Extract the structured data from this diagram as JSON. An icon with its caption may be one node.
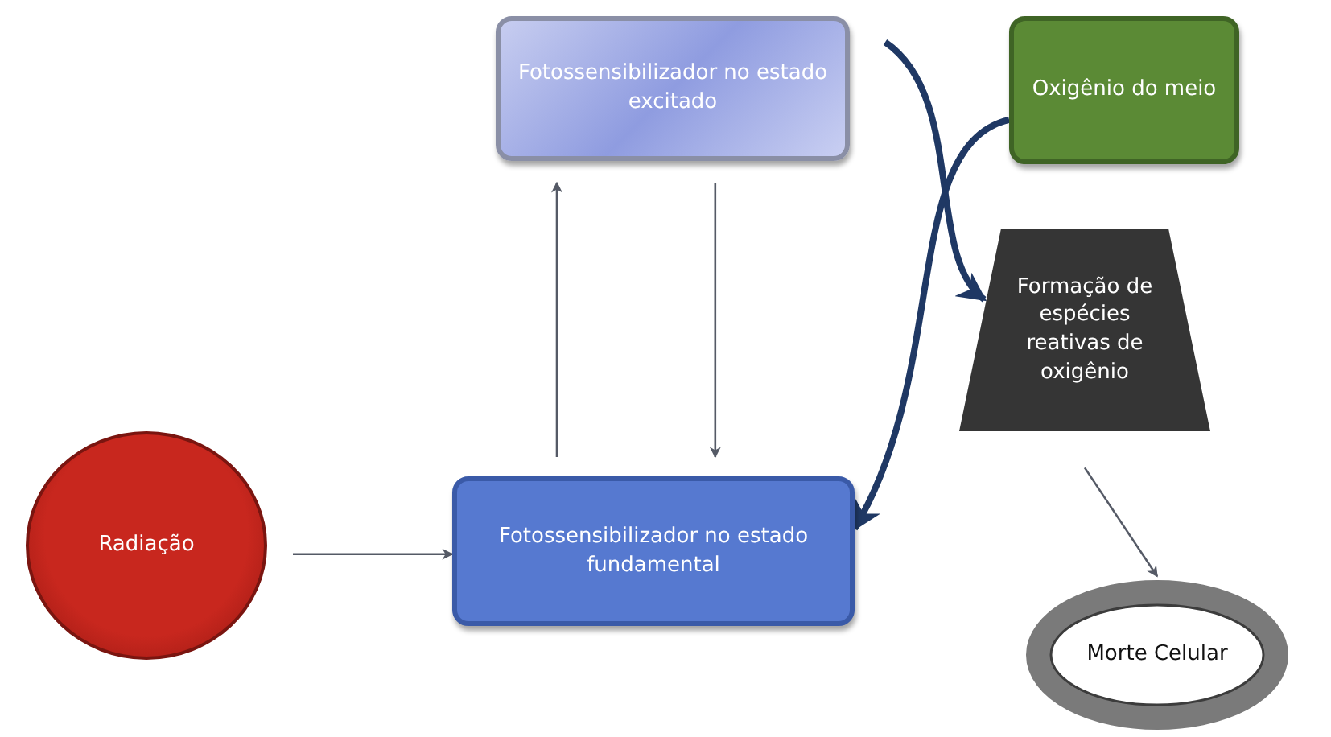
{
  "diagram": {
    "nodes": [
      {
        "text": [
          "Fotossensibilizador no estado excitado"
        ]
      },
      {
        "text": [
          "Oxigênio do meio"
        ]
      },
      {
        "text": [
          "Formação de espécies reativas de oxigênio"
        ]
      },
      {
        "text": [
          "Radiação"
        ]
      },
      {
        "text": [
          "Fotossensibilizador no estado fundamental"
        ]
      },
      {
        "text": [
          "Morte Celular"
        ]
      }
    ],
    "edges": [
      {
        "from": 3,
        "to": 4,
        "arrow": "to"
      },
      {
        "from": 4,
        "to": 0,
        "arrow": "to"
      },
      {
        "from": 0,
        "to": 4,
        "arrow": "to"
      },
      {
        "from": 0,
        "to": 2,
        "arrow": "to",
        "style": "thick",
        "color": "#1f3864"
      },
      {
        "from": 1,
        "to": 4,
        "arrow": "to",
        "style": "thick",
        "color": "#1f3864"
      },
      {
        "from": 2,
        "to": 5,
        "arrow": "to"
      }
    ]
  }
}
